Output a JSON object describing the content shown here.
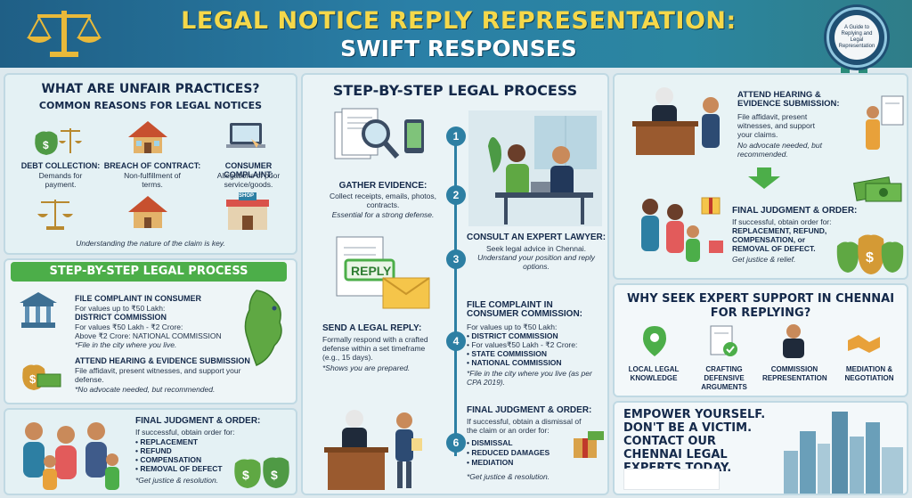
{
  "header": {
    "title_line1": "LEGAL NOTICE REPLY REPRESENTATION:",
    "title_line2": "SWIFT RESPONSES",
    "badge_text": "A Guide to Replying and Legal Representation"
  },
  "unfair": {
    "title": "WHAT ARE UNFAIR PRACTICES?",
    "subtitle": "COMMON REASONS FOR LEGAL NOTICES",
    "items": [
      {
        "label": "DEBT COLLECTION:",
        "text": "Demands for payment."
      },
      {
        "label": "BREACH OF CONTRACT:",
        "text": "Non-fulfillment of terms."
      },
      {
        "label": "CONSUMER COMPLAINT:",
        "text": "Allegations of poor service/goods."
      }
    ],
    "shop_sign": "SHOP",
    "footnote": "Understanding the nature of the claim is key."
  },
  "left_process": {
    "bar": "STEP-BY-STEP LEGAL PROCESS",
    "file_title": "FILE COMPLAINT IN CONSUMER",
    "file_lines": [
      "For values up to ₹50 Lakh:",
      "DISTRICT COMMISSION",
      "For values ₹50 Lakh - ₹2 Crore:",
      "Above ₹2 Crore: NATIONAL COMMISSION",
      "*File in the city where you live."
    ],
    "hearing_title": "ATTEND HEARING & EVIDENCE SUBMISSION",
    "hearing_lines": [
      "File affidavit, present witnesses, and support your defense.",
      "*No advocate needed, but recommended."
    ],
    "judgment_title": "FINAL JUDGMENT & ORDER:",
    "judgment_intro": "If successful, obtain order for:",
    "judgment_items": [
      "REPLACEMENT",
      "REFUND",
      "COMPENSATION",
      "REMOVAL OF DEFECT"
    ],
    "judgment_note": "*Get justice & resolution."
  },
  "middle": {
    "title": "STEP-BY-STEP LEGAL PROCESS",
    "steps": [
      "1",
      "2",
      "3",
      "4",
      "6"
    ],
    "gather_title": "GATHER EVIDENCE:",
    "gather_lines": [
      "Collect receipts, emails, photos, contracts.",
      "Essential for a strong defense."
    ],
    "reply_stamp": "REPLY",
    "send_title": "SEND A LEGAL REPLY:",
    "send_lines": [
      "Formally respond with a crafted defense within a set timeframe (e.g., 15 days).",
      "*Shows you are prepared."
    ],
    "consult_title": "CONSULT AN EXPERT LAWYER:",
    "consult_lines": [
      "Seek legal advice in Chennai.",
      "Understand your position and reply options."
    ],
    "file_title": "FILE COMPLAINT IN CONSUMER COMMISSION:",
    "file_intro": "For values up to ₹50 Lakh:",
    "file_items": [
      "DISTRICT COMMISSION",
      "For values₹50 Lakh - ₹2 Crore:",
      "STATE COMMISSION",
      "NATIONAL COMMISSION"
    ],
    "file_note": "*File in the city where you live (as per CPA 2019).",
    "final_title": "FINAL JUDGMENT & ORDER:",
    "final_intro": "If successful, obtain a dismissal of the claim or an order for:",
    "final_items": [
      "DISMISSAL",
      "REDUCED DAMAGES",
      "MEDIATION"
    ],
    "final_note": "*Get justice & resolution."
  },
  "right_top": {
    "hearing_title": "ATTEND HEARING & EVIDENCE SUBMISSION:",
    "hearing_text": "File affidavit, present witnesses, and support your claims.",
    "hearing_note": "No advocate needed, but recommended.",
    "final_title": "FINAL JUDGMENT & ORDER:",
    "final_intro": "If successful, obtain order for:",
    "final_bold": "REPLACEMENT, REFUND, COMPENSATION, or REMOVAL OF DEFECT.",
    "final_note": "Get justice & relief."
  },
  "why": {
    "title": "WHY SEEK EXPERT SUPPORT IN CHENNAI FOR REPLYING?",
    "items": [
      "LOCAL LEGAL KNOWLEDGE",
      "CRAFTING DEFENSIVE ARGUMENTS",
      "COMMISSION REPRESENTATION",
      "MEDIATION & NEGOTIATION"
    ]
  },
  "cta": {
    "text": "EMPOWER YOURSELF. DON'T BE A VICTIM. CONTACT OUR CHENNAI LEGAL EXPERTS TODAY."
  },
  "colors": {
    "header": "#2a7fa6",
    "title_yellow": "#f5d84a",
    "green_bar": "#4cae49",
    "step_blue": "#2d7fa3",
    "navy": "#14294a"
  }
}
